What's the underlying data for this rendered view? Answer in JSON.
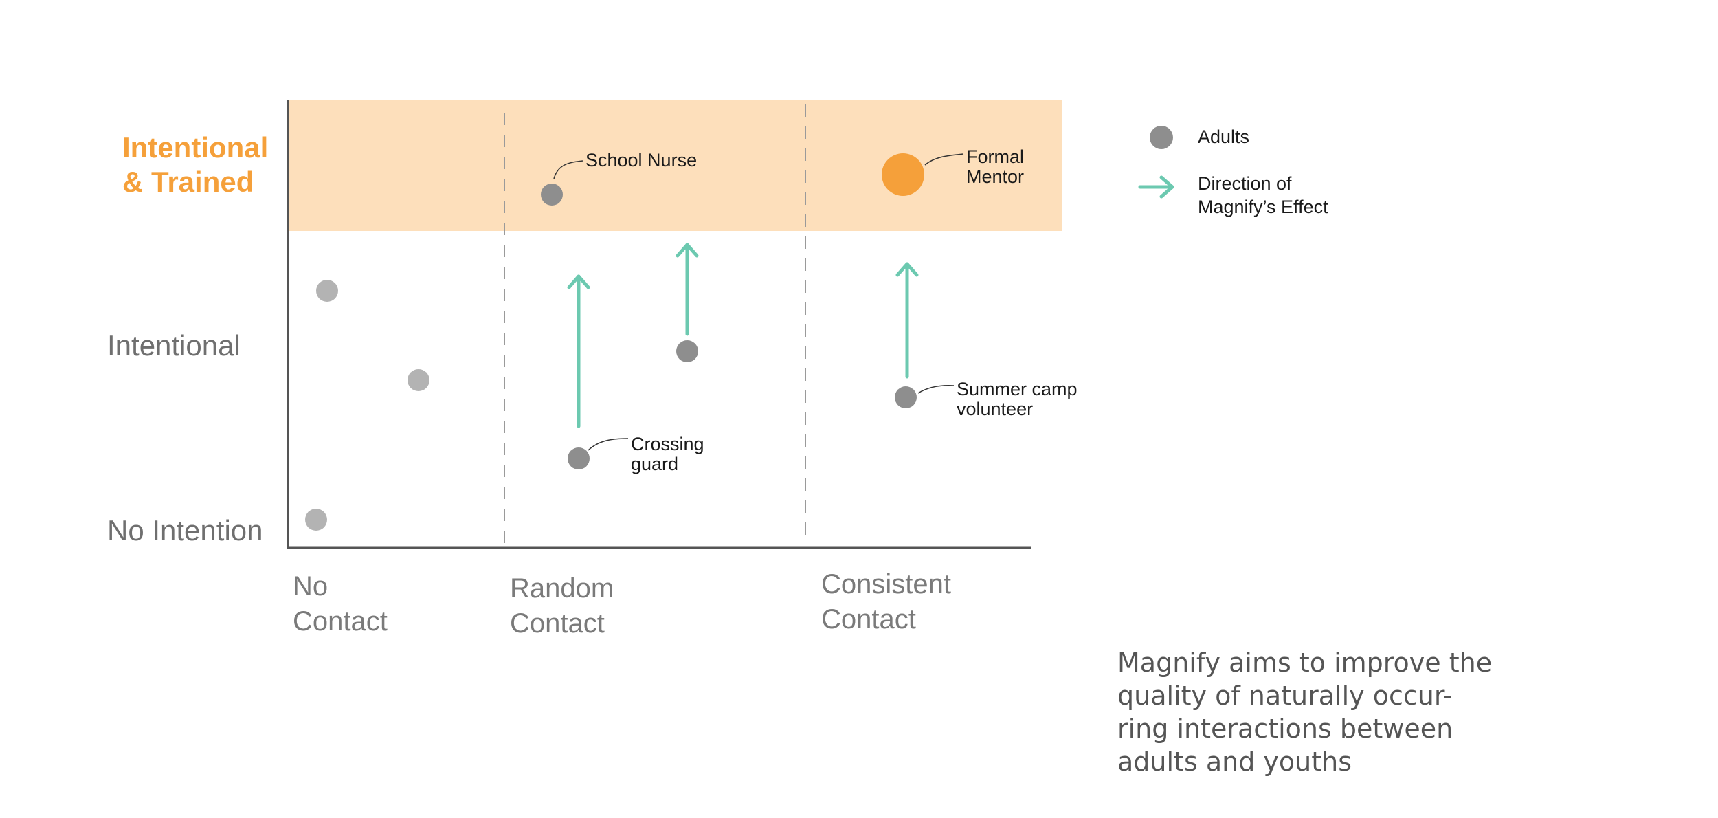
{
  "colors": {
    "band": "#fddfbb",
    "accent_orange": "#f5a03a",
    "adult_dot": "#8e8e8e",
    "faded_dot": "#b3b3b3",
    "arrow": "#6cc9b0",
    "axis": "#555555",
    "divider": "#9a9a9a",
    "caption": "#555555"
  },
  "y_axis": {
    "levels": [
      {
        "key": "trained",
        "label": "Intentional\n& Trained"
      },
      {
        "key": "intentional",
        "label": "Intentional"
      },
      {
        "key": "none",
        "label": "No Intention"
      }
    ]
  },
  "x_axis": {
    "categories": [
      {
        "key": "none",
        "label": "No\nContact"
      },
      {
        "key": "random",
        "label": "Random\nContact"
      },
      {
        "key": "consistent",
        "label": "Consistent\nContact"
      }
    ]
  },
  "points": [
    {
      "id": "school-nurse",
      "label": "School Nurse",
      "kind": "adult"
    },
    {
      "id": "formal-mentor",
      "label": "Formal\nMentor",
      "kind": "mentor"
    },
    {
      "id": "crossing-guard",
      "label": "Crossing\nguard",
      "kind": "adult"
    },
    {
      "id": "summer-camp-volunteer",
      "label": "Summer camp\nvolunteer",
      "kind": "adult"
    },
    {
      "id": "random-adult",
      "label": "",
      "kind": "adult"
    },
    {
      "id": "faded-1",
      "label": "",
      "kind": "faded"
    },
    {
      "id": "faded-2",
      "label": "",
      "kind": "faded"
    },
    {
      "id": "faded-3",
      "label": "",
      "kind": "faded"
    }
  ],
  "legend": {
    "adults_label": "Adults",
    "direction_label": "Direction of\nMagnify’s Effect",
    "adults_icon": "gray-dot-icon",
    "direction_icon": "arrow-right-icon"
  },
  "caption": "Magnify aims to improve the\nquality of naturally occur-\nring interactions between\nadults and youths"
}
